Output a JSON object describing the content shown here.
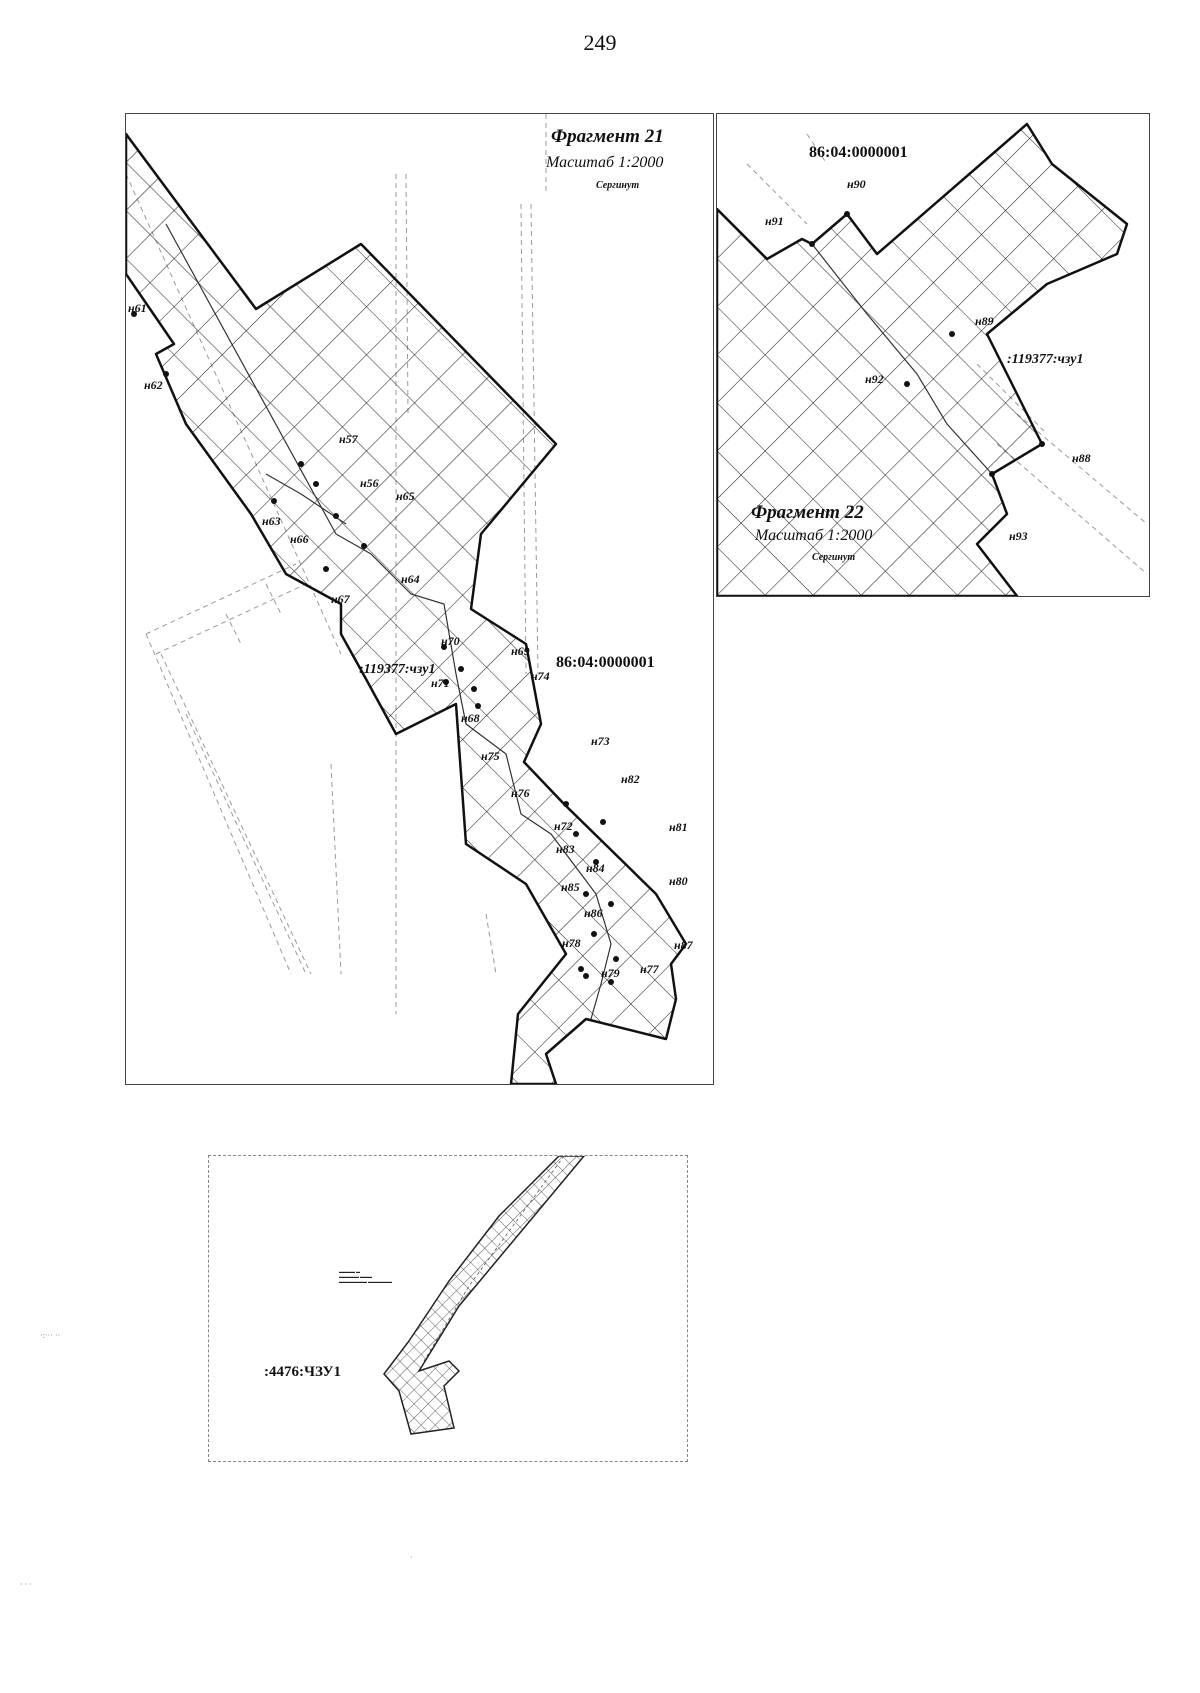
{
  "page": {
    "number": "249"
  },
  "fragment21": {
    "title": "Фрагмент 21",
    "scale": "Масштаб 1:2000",
    "locality": "Сергинут",
    "cadastral_quarter": "86:04:0000001",
    "land_unit": ":119377:чзу1",
    "points": {
      "n61": "н61",
      "n62": "н62",
      "n57": "н57",
      "n56": "н56",
      "n65": "н65",
      "n63": "н63",
      "n66": "н66",
      "n64": "н64",
      "n67": "н67",
      "n70": "н70",
      "n69": "н69",
      "n71": "н71",
      "n74": "н74",
      "n68": "н68",
      "n75": "н75",
      "n73": "н73",
      "n76": "н76",
      "n82": "н82",
      "n72": "н72",
      "n81": "н81",
      "n83": "н83",
      "n84": "н84",
      "n85": "н85",
      "n80": "н80",
      "n86": "н86",
      "n78": "н78",
      "n87": "н87",
      "n77": "н77",
      "n79": "н79"
    }
  },
  "fragment22": {
    "title": "Фрагмент 22",
    "scale": "Масштаб 1:2000",
    "locality": "Сергинут",
    "cadastral_quarter": "86:04:0000001",
    "land_unit": ":119377:чзу1",
    "points": {
      "n90": "н90",
      "n91": "н91",
      "n89": "н89",
      "n92": "н92",
      "n88": "н88",
      "n93": "н93"
    }
  },
  "overview": {
    "land_unit": ":4476:ЧЗУ1"
  },
  "colors": {
    "ink": "#111111",
    "frame": "#444444",
    "faint": "#9a9a9a"
  }
}
